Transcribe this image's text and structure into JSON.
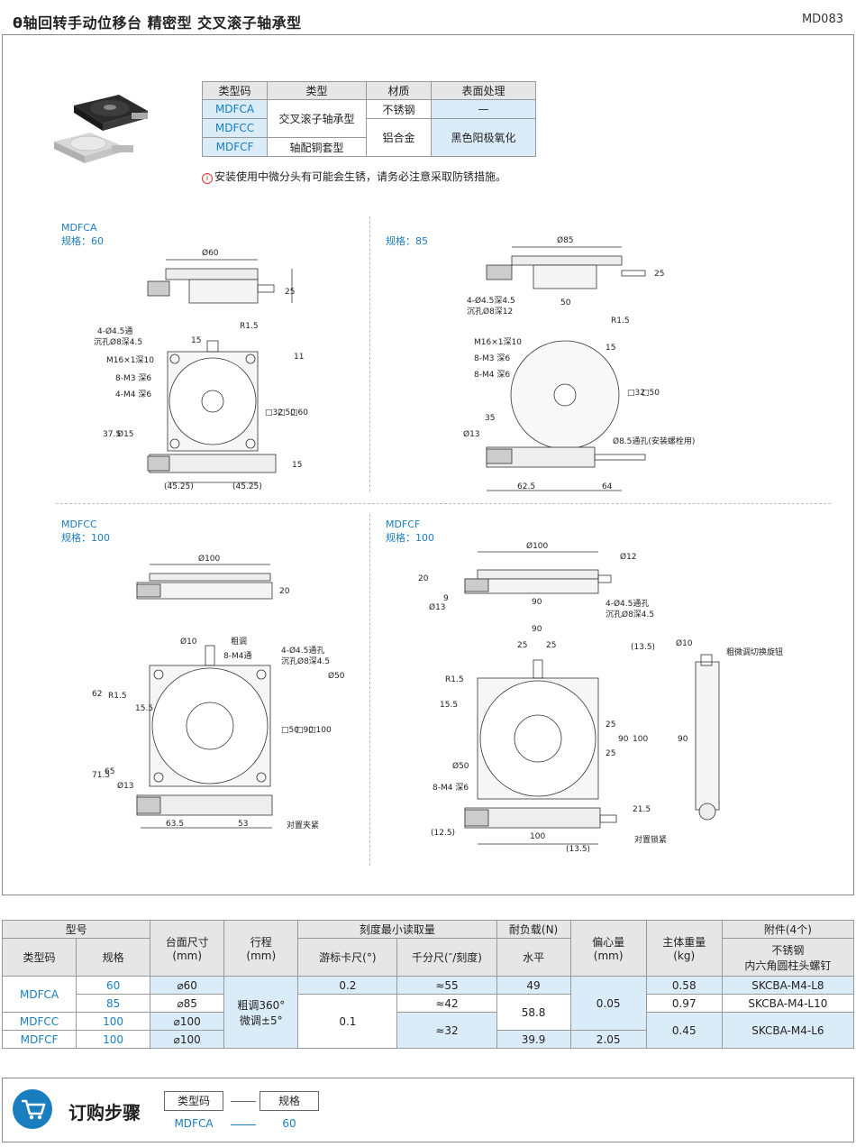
{
  "header": {
    "title": "θ轴回转手动位移台 精密型 交叉滚子轴承型",
    "code": "MD083"
  },
  "type_table": {
    "headers": [
      "类型码",
      "类型",
      "材质",
      "表面处理"
    ],
    "codes": [
      "MDFCA",
      "MDFCC",
      "MDFCF"
    ],
    "type_cross": "交叉滚子轴承型",
    "type_copper": "轴配铜套型",
    "material_ss": "不锈钢",
    "material_al": "铝合金",
    "surface_ss": "—",
    "surface_al": "黑色阳极氧化"
  },
  "notice": {
    "icon": "i",
    "text": "安装使用中微分头有可能会生锈，请务必注意采取防锈措施。"
  },
  "drawings": {
    "a60": {
      "model": "MDFCA",
      "spec": "规格：60",
      "dims": [
        "Ø60",
        "25",
        "4-Ø4.5通",
        "沉孔Ø8深4.5",
        "M16×1深10",
        "8-M3 深6",
        "4-M4 深6",
        "R1.5",
        "15",
        "11",
        "□32",
        "□50",
        "□60",
        "37.5",
        "Ø15",
        "15",
        "(45.25)",
        "(45.25)"
      ]
    },
    "a85": {
      "spec": "规格：85",
      "dims": [
        "Ø85",
        "25",
        "4-Ø4.5深4.5",
        "沉孔Ø8深12",
        "50",
        "R1.5",
        "15",
        "M16×1深10",
        "8-M3 深6",
        "8-M4 深6",
        "□32",
        "□50",
        "35",
        "Ø13",
        "Ø8.5通孔(安装螺栓用)",
        "62.5",
        "64"
      ]
    },
    "c100": {
      "model": "MDFCC",
      "spec": "规格：100",
      "dims": [
        "Ø100",
        "20",
        "Ø10",
        "粗调",
        "8-M4通",
        "4-Ø4.5通孔",
        "沉孔Ø8深4.5",
        "Ø50",
        "62",
        "R1.5",
        "15.5",
        "□50",
        "□90",
        "□100",
        "71.5",
        "65",
        "Ø13",
        "63.5",
        "53",
        "对置夹紧"
      ]
    },
    "f100": {
      "model": "MDFCF",
      "spec": "规格：100",
      "dims": [
        "Ø100",
        "Ø12",
        "20",
        "Ø13",
        "9",
        "90",
        "4-Ø4.5通孔",
        "沉孔Ø8深4.5",
        "90",
        "25",
        "25",
        "(13.5)",
        "R1.5",
        "15.5",
        "Ø50",
        "8-M4 深6",
        "25",
        "25",
        "90",
        "100",
        "21.5",
        "(12.5)",
        "100",
        "(13.5)",
        "对置锁紧",
        "Ø10",
        "粗微调切换旋钮",
        "90"
      ]
    }
  },
  "spec_table": {
    "h_model": "型号",
    "h_table_size": "台面尺寸",
    "h_table_size_unit": "(mm)",
    "h_travel": "行程",
    "h_travel_unit": "(mm)",
    "h_scale": "刻度最小读取量",
    "h_load": "耐负载(N)",
    "h_ecc": "偏心量",
    "h_ecc_unit": "(mm)",
    "h_weight": "主体重量",
    "h_weight_unit": "(kg)",
    "h_acc": "附件(4个)",
    "h_code": "类型码",
    "h_spec": "规格",
    "h_vernier": "游标卡尺(°)",
    "h_micro": "千分尺(″/刻度)",
    "h_level": "水平",
    "h_acc_mat": "不锈钢",
    "h_acc_desc": "内六角圆柱头螺钉",
    "rows": [
      {
        "code": "MDFCA",
        "spec": "60",
        "size": "⌀60",
        "vernier": "0.2",
        "micro": "≈55",
        "load": "49",
        "weight": "0.58",
        "acc": "SKCBA-M4-L8"
      },
      {
        "spec": "85",
        "size": "⌀85",
        "micro": "≈42",
        "weight": "0.97",
        "acc": "SKCBA-M4-L10"
      },
      {
        "code": "MDFCC",
        "spec": "100",
        "size": "⌀100"
      },
      {
        "code": "MDFCF",
        "spec": "100",
        "size": "⌀100",
        "load": "39.9",
        "ecc": "2.05"
      }
    ],
    "travel": "粗调360°\n微调±5°",
    "vernier_shared": "0.1",
    "micro_shared": "≈32",
    "load_shared": "58.8",
    "ecc_shared": "0.05",
    "weight_shared": "0.45",
    "acc_shared": "SKCBA-M4-L6"
  },
  "order": {
    "title": "订购步骤",
    "label_code": "类型码",
    "label_spec": "规格",
    "value_code": "MDFCA",
    "value_spec": "60"
  }
}
